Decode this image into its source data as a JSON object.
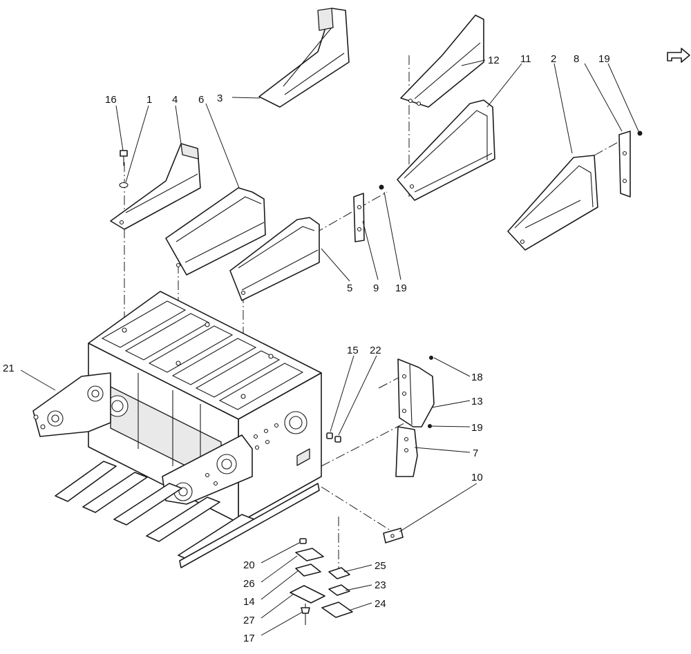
{
  "diagram": {
    "callouts": [
      {
        "id": "c1",
        "label": "1"
      },
      {
        "id": "c2",
        "label": "2"
      },
      {
        "id": "c3",
        "label": "3"
      },
      {
        "id": "c4",
        "label": "4"
      },
      {
        "id": "c5",
        "label": "5"
      },
      {
        "id": "c6",
        "label": "6"
      },
      {
        "id": "c7",
        "label": "7"
      },
      {
        "id": "c8",
        "label": "8"
      },
      {
        "id": "c9",
        "label": "9"
      },
      {
        "id": "c10",
        "label": "10"
      },
      {
        "id": "c11",
        "label": "11"
      },
      {
        "id": "c12",
        "label": "12"
      },
      {
        "id": "c13",
        "label": "13"
      },
      {
        "id": "c14",
        "label": "14"
      },
      {
        "id": "c15",
        "label": "15"
      },
      {
        "id": "c16",
        "label": "16"
      },
      {
        "id": "c17",
        "label": "17"
      },
      {
        "id": "c18",
        "label": "18"
      },
      {
        "id": "c19a",
        "label": "19"
      },
      {
        "id": "c19b",
        "label": "19"
      },
      {
        "id": "c19c",
        "label": "19"
      },
      {
        "id": "c20",
        "label": "20"
      },
      {
        "id": "c21",
        "label": "21"
      },
      {
        "id": "c22",
        "label": "22"
      },
      {
        "id": "c23",
        "label": "23"
      },
      {
        "id": "c24",
        "label": "24"
      },
      {
        "id": "c25",
        "label": "25"
      },
      {
        "id": "c26",
        "label": "26"
      },
      {
        "id": "c27",
        "label": "27"
      }
    ],
    "icons": {
      "corner": "next-page-arrow-icon"
    }
  }
}
